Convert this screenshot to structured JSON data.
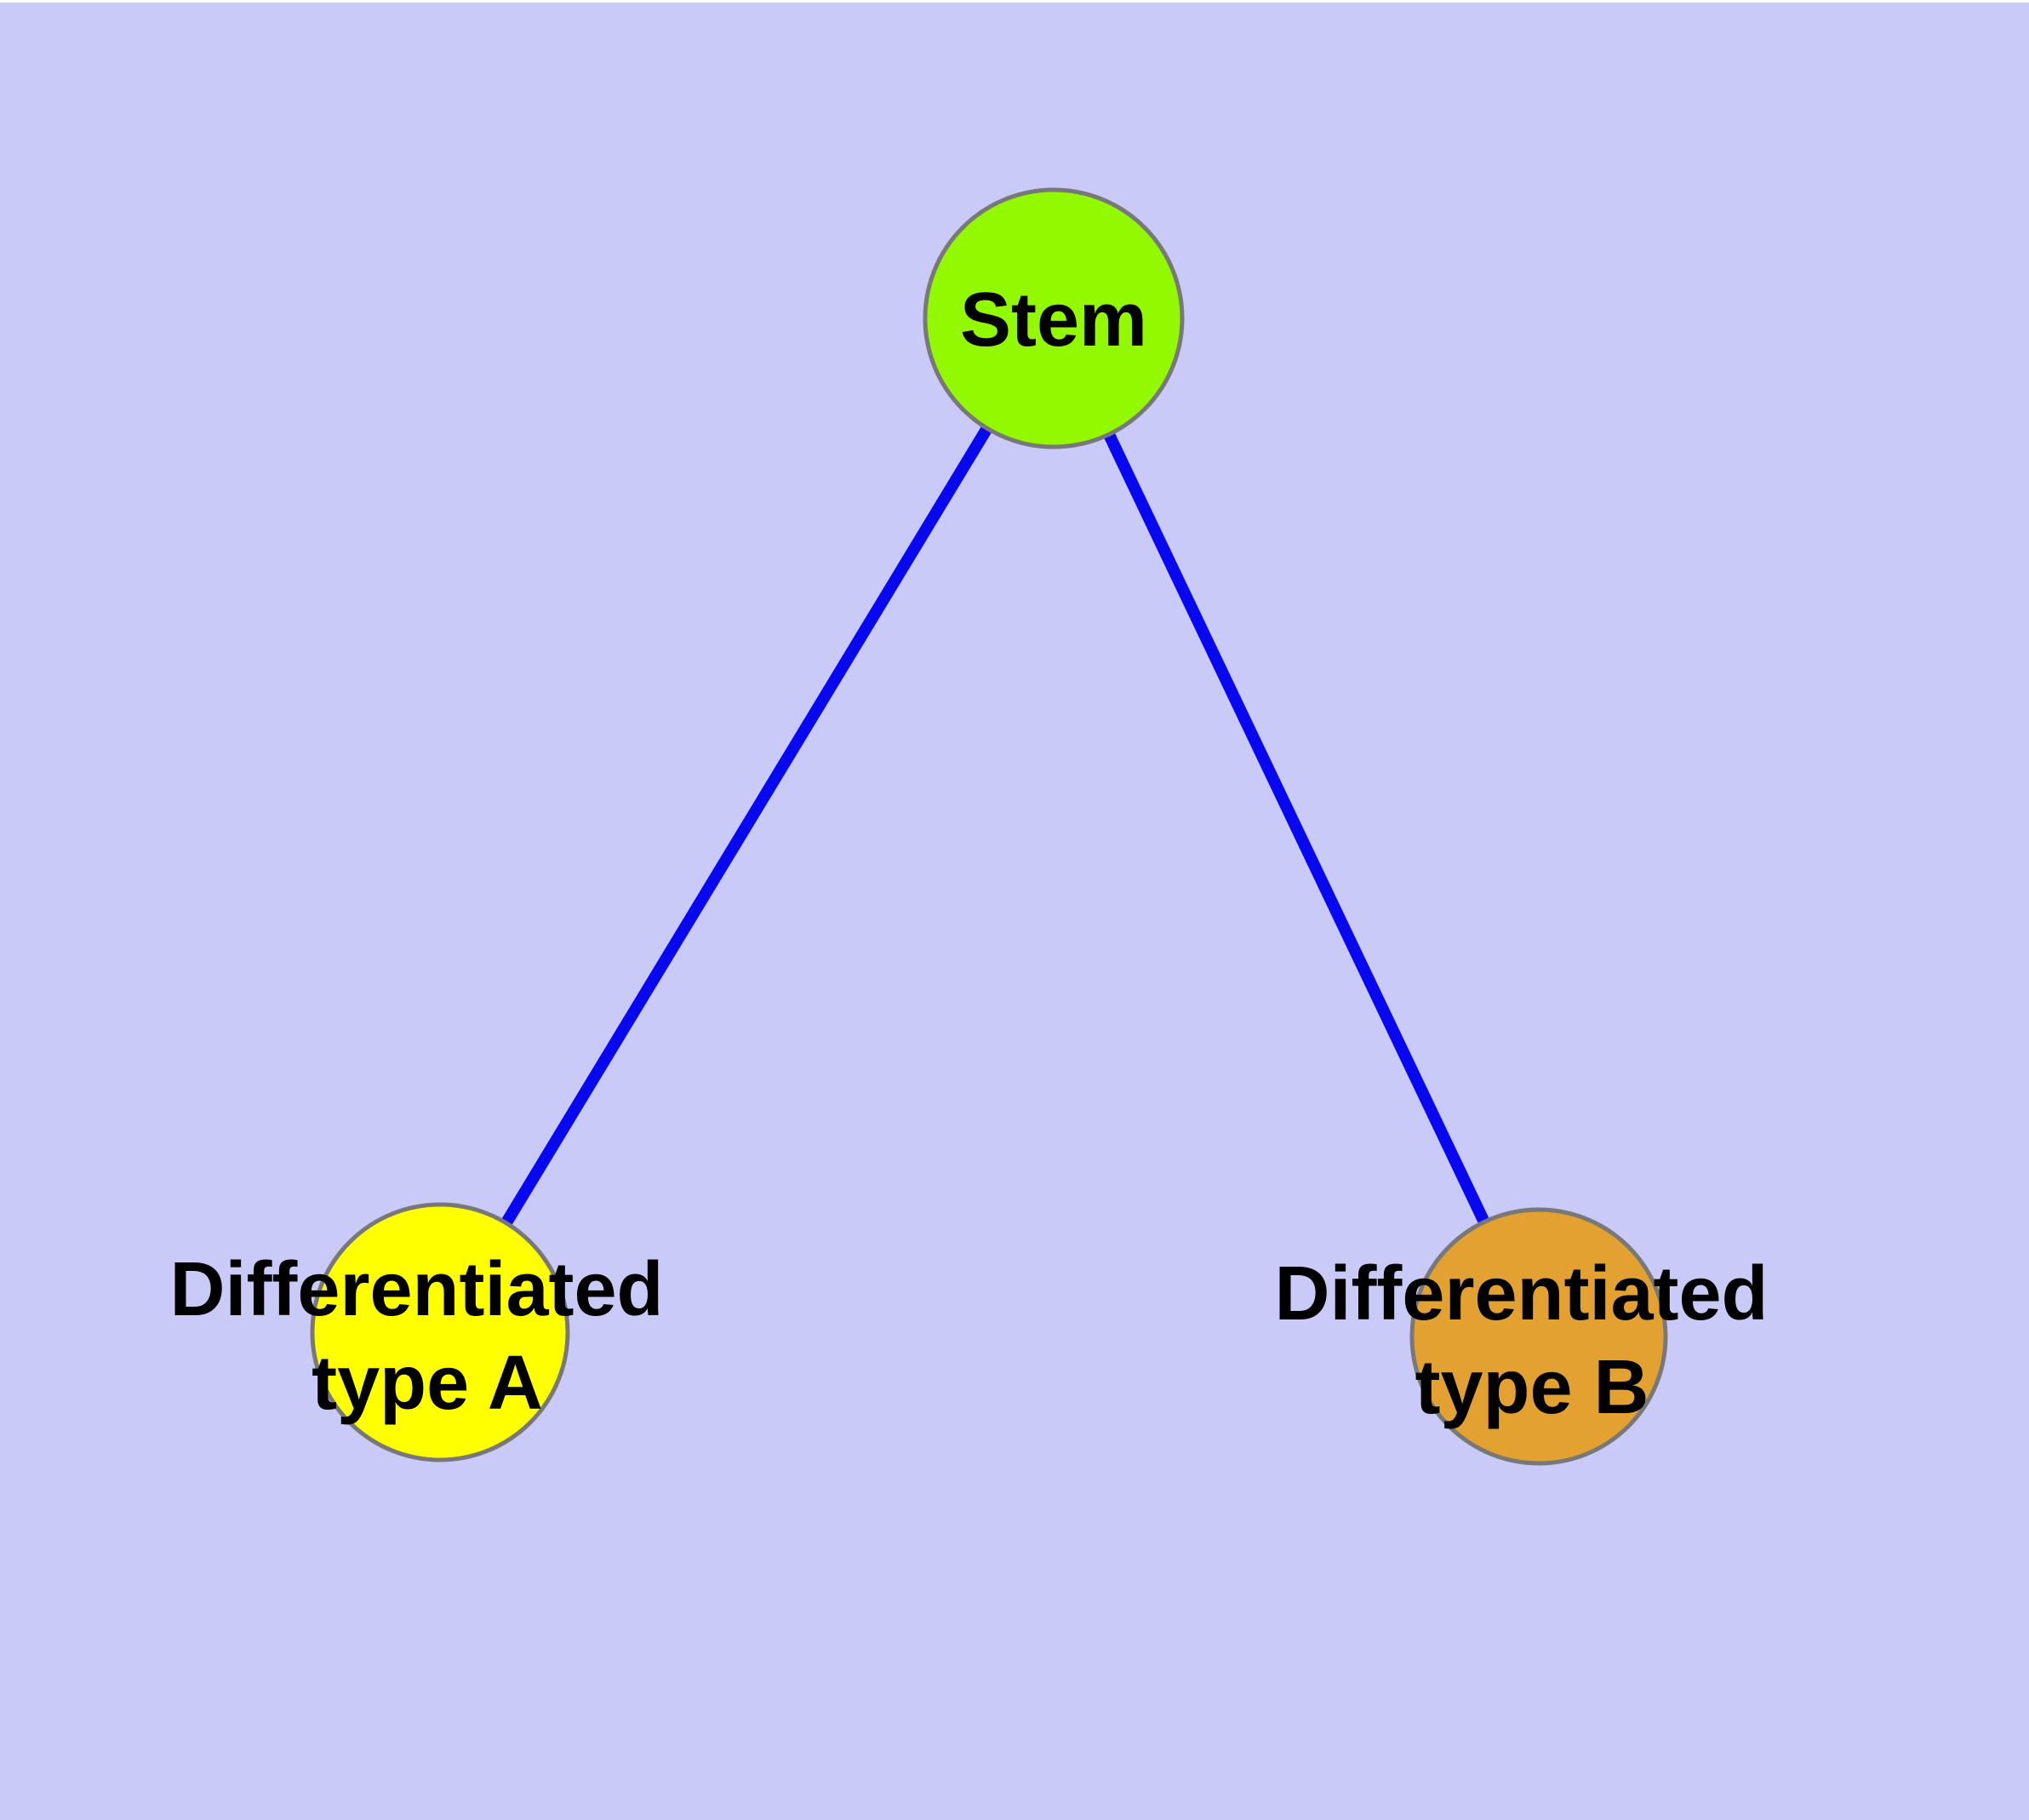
{
  "diagram": {
    "type": "graph",
    "description": "Stem cell differentiation diagram with one parent node and two child nodes",
    "background_color": "#cacaf8",
    "edge_color": "#0707f2",
    "node_border_color": "#787878",
    "text_color": "#000000",
    "nodes": {
      "stem": {
        "label": "Stem",
        "fill": "#93f900"
      },
      "type_a": {
        "label_line1": "Differentiated",
        "label_line2": "type A",
        "fill": "#ffff00"
      },
      "type_b": {
        "label_line1": "Differentiated",
        "label_line2": "type B",
        "fill": "#e3a132"
      }
    },
    "edges": [
      {
        "from": "Stem",
        "to": "Differentiated type A"
      },
      {
        "from": "Stem",
        "to": "Differentiated type B"
      }
    ]
  }
}
